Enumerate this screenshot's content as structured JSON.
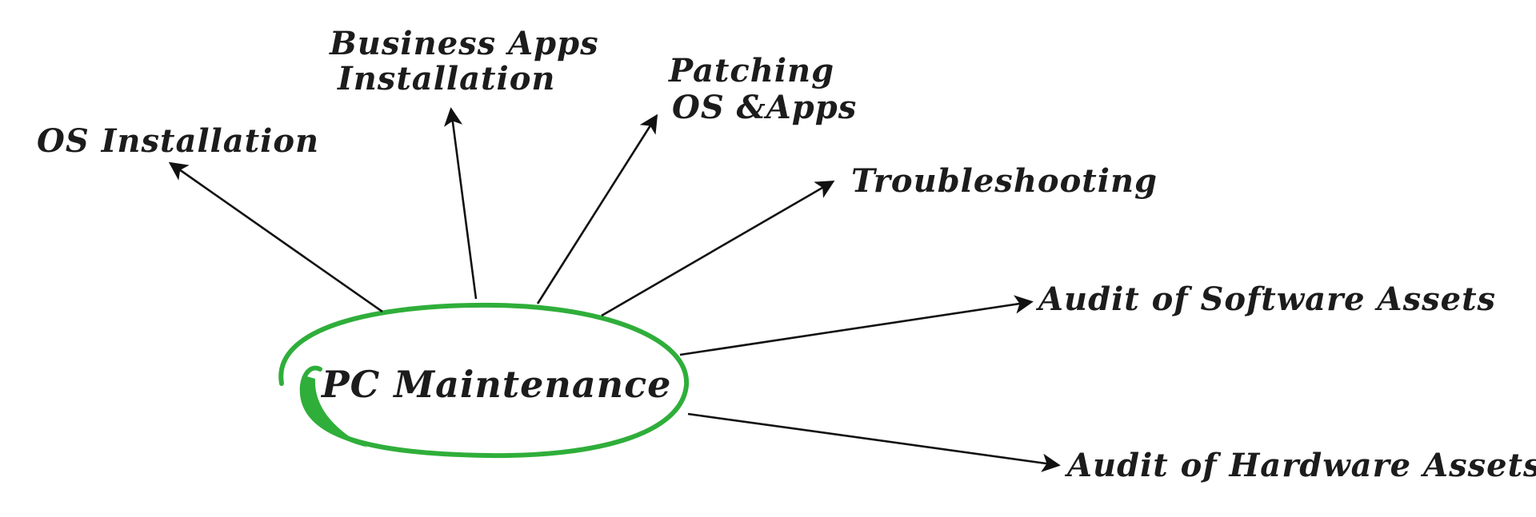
{
  "center": {
    "label": "PC Maintenance",
    "ring_color": "#2fae3a"
  },
  "branches": [
    {
      "id": "os-installation",
      "lines": [
        "OS Installation"
      ]
    },
    {
      "id": "business-apps-installation",
      "lines": [
        "Business Apps",
        "Installation"
      ]
    },
    {
      "id": "patching-os-apps",
      "lines": [
        "Patching",
        "OS &Apps"
      ]
    },
    {
      "id": "troubleshooting",
      "lines": [
        "Troubleshooting"
      ]
    },
    {
      "id": "audit-software-assets",
      "lines": [
        "Audit of Software Assets"
      ]
    },
    {
      "id": "audit-hardware-assets",
      "lines": [
        "Audit of Hardware Assets"
      ]
    }
  ],
  "colors": {
    "text": "#1c1c1c",
    "arrow": "#111111"
  }
}
